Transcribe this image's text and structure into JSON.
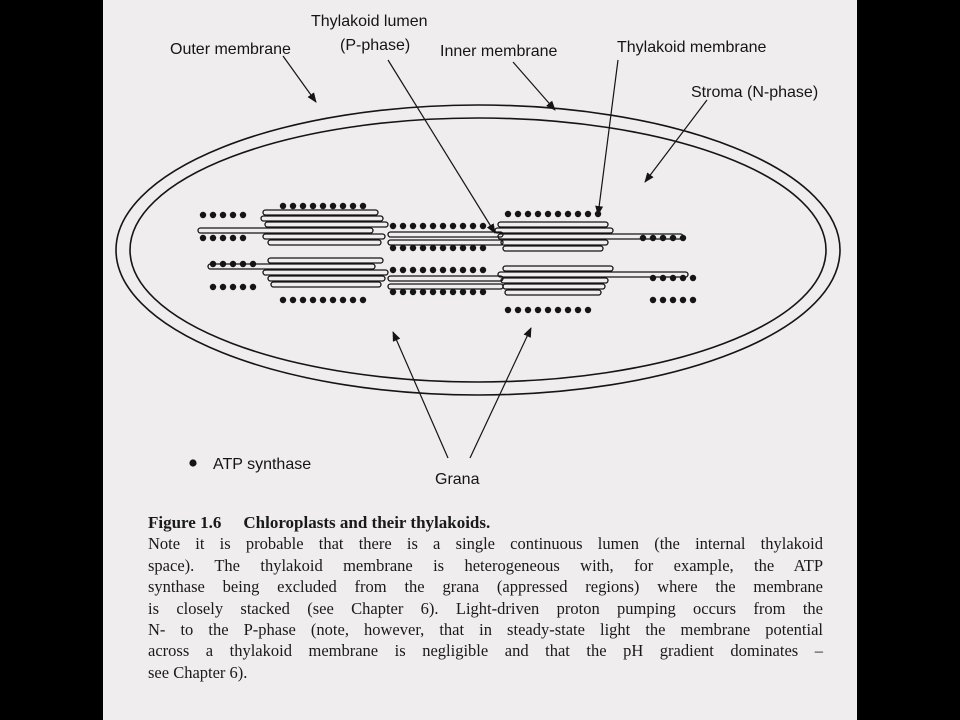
{
  "labels": {
    "outer_membrane": "Outer membrane",
    "thylakoid_lumen": "Thylakoid lumen",
    "p_phase": "(P-phase)",
    "inner_membrane": "Inner membrane",
    "thylakoid_membrane": "Thylakoid membrane",
    "stroma": "Stroma (N-phase)",
    "grana": "Grana",
    "atp_synthase": "ATP synthase"
  },
  "caption": {
    "figure_number": "Figure 1.6",
    "figure_title": "Chloroplasts and their thylakoids.",
    "lines": [
      "Note it is probable that there is a single continuous lumen (the internal thylakoid",
      "space). The thylakoid membrane is heterogeneous with, for example, the ATP",
      "synthase being excluded from the grana (appressed regions) where the membrane",
      "is closely stacked (see Chapter 6). Light-driven proton pumping occurs from the",
      "N- to the P-phase (note, however, that in steady-state light the membrane potential",
      "across a thylakoid membrane is negligible and that the pH gradient dominates –",
      "see Chapter 6)."
    ]
  },
  "colors": {
    "page": "#efedee",
    "ink": "#151515",
    "background": "#000000"
  }
}
